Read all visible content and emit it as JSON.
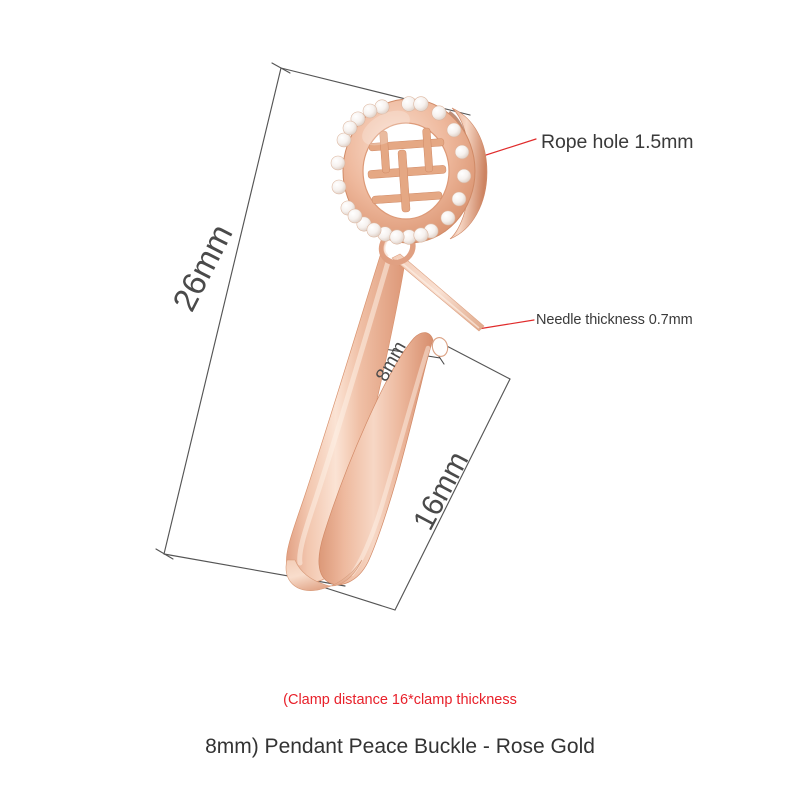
{
  "background_color": "#ffffff",
  "product": {
    "name": "Pendant Peace Buckle - Rose Gold",
    "material_color": "#e8b49b",
    "accent_color": "#d99d82",
    "stone_color": "#f7f2ef"
  },
  "annotations": {
    "rope_hole": {
      "label": "Rope hole 1.5mm",
      "leader_color": "#e02b2b"
    },
    "needle_thickness": {
      "label": "Needle thickness 0.7mm",
      "leader_color": "#e02b2b"
    }
  },
  "dimensions": {
    "total_length": {
      "label": "26mm",
      "line_color": "#555555"
    },
    "clamp_distance": {
      "label": "16mm",
      "line_color": "#555555"
    },
    "clamp_thickness": {
      "label": "8mm",
      "line_color": "#555555"
    }
  },
  "caption": {
    "line1": "(Clamp distance 16*clamp thickness",
    "line1_color": "#e8202a",
    "line2": "8mm) Pendant Peace Buckle - Rose Gold",
    "line2_color": "#333333"
  }
}
